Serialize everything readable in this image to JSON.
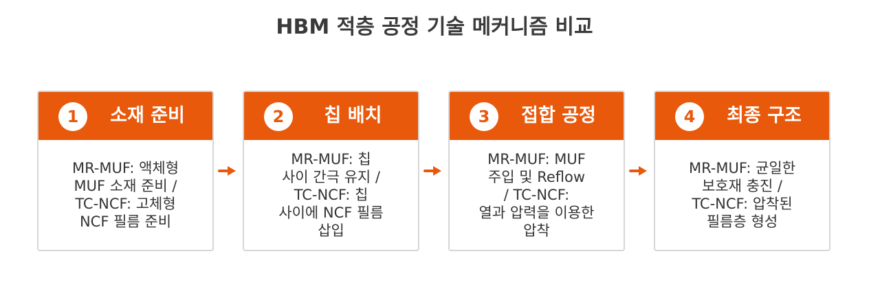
{
  "title": "HBM 적층 공정 기술 메커니즘 비교",
  "colors": {
    "accent": "#e8590c",
    "border": "#d6d6d6",
    "text": "#333333"
  },
  "steps": [
    {
      "number": "1",
      "title": "소재 준비",
      "text": "MR-MUF: 액체형\nMUF 소재 준비 /\nTC-NCF: 고체형\nNCF 필름 준비"
    },
    {
      "number": "2",
      "title": "칩 배치",
      "text": "MR-MUF: 칩\n사이 간극 유지 /\nTC-NCF: 칩\n사이에 NCF 필름\n삽입"
    },
    {
      "number": "3",
      "title": "접합 공정",
      "text": "MR-MUF: MUF\n주입 및 Reflow\n/ TC-NCF:\n열과 압력을 이용한\n압착"
    },
    {
      "number": "4",
      "title": "최종 구조",
      "text": "MR-MUF: 균일한\n보호재 충진 /\nTC-NCF: 압착된\n필름층 형성"
    }
  ],
  "arrow_icon": "arrow-right-icon"
}
